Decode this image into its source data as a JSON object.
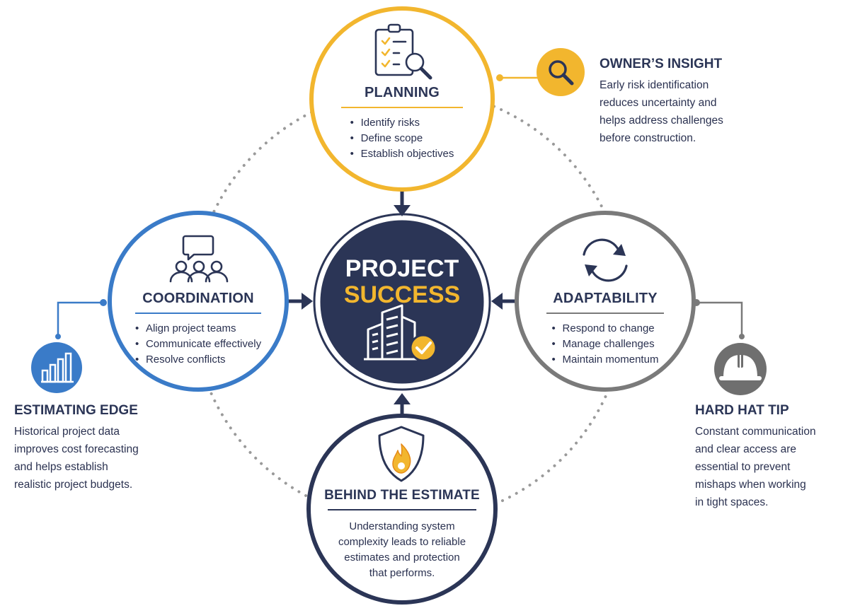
{
  "colors": {
    "planning": "#F2B62E",
    "coordination": "#3A7BC8",
    "adaptability": "#7A7A7A",
    "behind": "#2B3556",
    "center": "#2B3556",
    "accent": "#F2B62E"
  },
  "center": {
    "line1": "PROJECT",
    "line2": "SUCCESS",
    "icon": "building-check-icon"
  },
  "planning": {
    "title": "PLANNING",
    "icon": "clipboard-magnifier-icon",
    "items": [
      "Identify risks",
      "Define scope",
      "Establish objectives"
    ]
  },
  "coordination": {
    "title": "COORDINATION",
    "icon": "team-chat-icon",
    "items": [
      "Align project teams",
      "Communicate effectively",
      "Resolve conflicts"
    ]
  },
  "adaptability": {
    "title": "ADAPTABILITY",
    "icon": "refresh-cycle-icon",
    "items": [
      "Respond to change",
      "Manage challenges",
      "Maintain momentum"
    ]
  },
  "behind": {
    "title": "BEHIND THE ESTIMATE",
    "icon": "shield-flame-icon",
    "lines": [
      "Understanding system",
      "complexity leads to reliable",
      "estimates and protection",
      "that performs."
    ]
  },
  "owners_insight": {
    "title": "OWNER’S INSIGHT",
    "icon": "search-icon",
    "lines": [
      "Early risk identification",
      "reduces uncertainty and",
      "helps address challenges",
      "before construction."
    ]
  },
  "estimating_edge": {
    "title": "ESTIMATING EDGE",
    "icon": "bar-chart-icon",
    "lines": [
      "Historical project data",
      "improves cost forecasting",
      "and helps establish",
      "realistic project budgets."
    ]
  },
  "hard_hat_tip": {
    "title": "HARD HAT TIP",
    "icon": "hard-hat-icon",
    "lines": [
      "Constant communication",
      "and clear access are",
      "essential to prevent",
      "mishaps when working",
      "in tight spaces."
    ]
  }
}
